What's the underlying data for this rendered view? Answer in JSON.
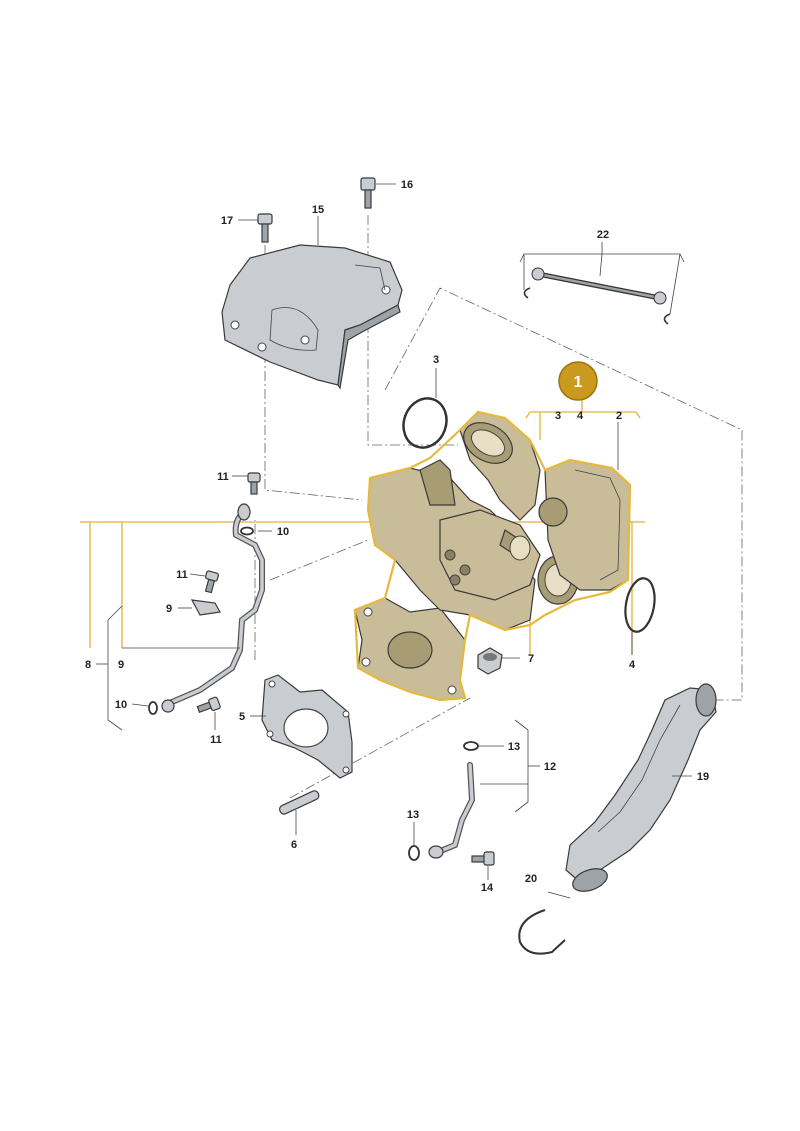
{
  "badge": {
    "label": "1",
    "color": "#c99a1e"
  },
  "group_labels": {
    "group_3": "3",
    "group_4": "4",
    "group_2": "2"
  },
  "callouts": {
    "c1": "2",
    "c2": "3",
    "c3": "4",
    "c4": "5",
    "c5": "6",
    "c6": "7",
    "c7": "8",
    "c8": "9",
    "c9": "9",
    "c10": "10",
    "c11": "10",
    "c12": "11",
    "c13": "11",
    "c14": "11",
    "c15": "12",
    "c16": "13",
    "c17": "13",
    "c18": "14",
    "c19": "15",
    "c20": "16",
    "c21": "17",
    "c22": "19",
    "c23": "20",
    "c24": "22"
  },
  "colors": {
    "highlight": "#e6b93c",
    "line": "#444444",
    "part_metal": "#c9ccd0",
    "part_housing": "#c8bd98"
  },
  "icons": [
    "turbocharger-icon",
    "heat-shield-icon",
    "bolt-icon",
    "gasket-icon",
    "pipe-icon",
    "hose-icon",
    "clip-icon",
    "o-ring-icon",
    "linkage-rod-icon"
  ]
}
